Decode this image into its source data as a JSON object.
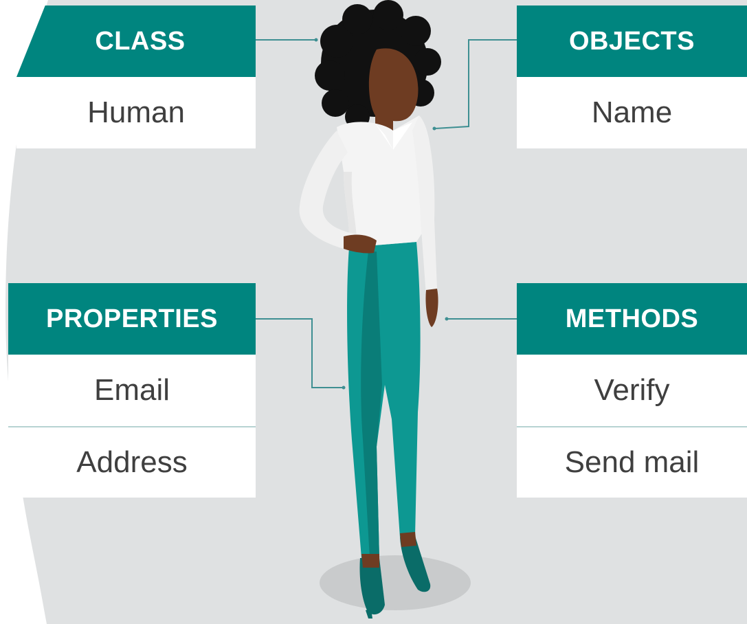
{
  "diagram": {
    "class": {
      "header": "CLASS",
      "items": [
        "Human"
      ]
    },
    "objects": {
      "header": "OBJECTS",
      "items": [
        "Name"
      ]
    },
    "properties": {
      "header": "PROPERTIES",
      "items": [
        "Email",
        "Address"
      ]
    },
    "methods": {
      "header": "METHODS",
      "items": [
        "Verify",
        "Send mail"
      ]
    }
  },
  "colors": {
    "background_panel": "#dfe1e2",
    "accent_teal": "#00857f",
    "connector": "#3e8f92",
    "text_dark": "#3f3f3f"
  },
  "icons": [
    "woman-figure-illustration"
  ]
}
